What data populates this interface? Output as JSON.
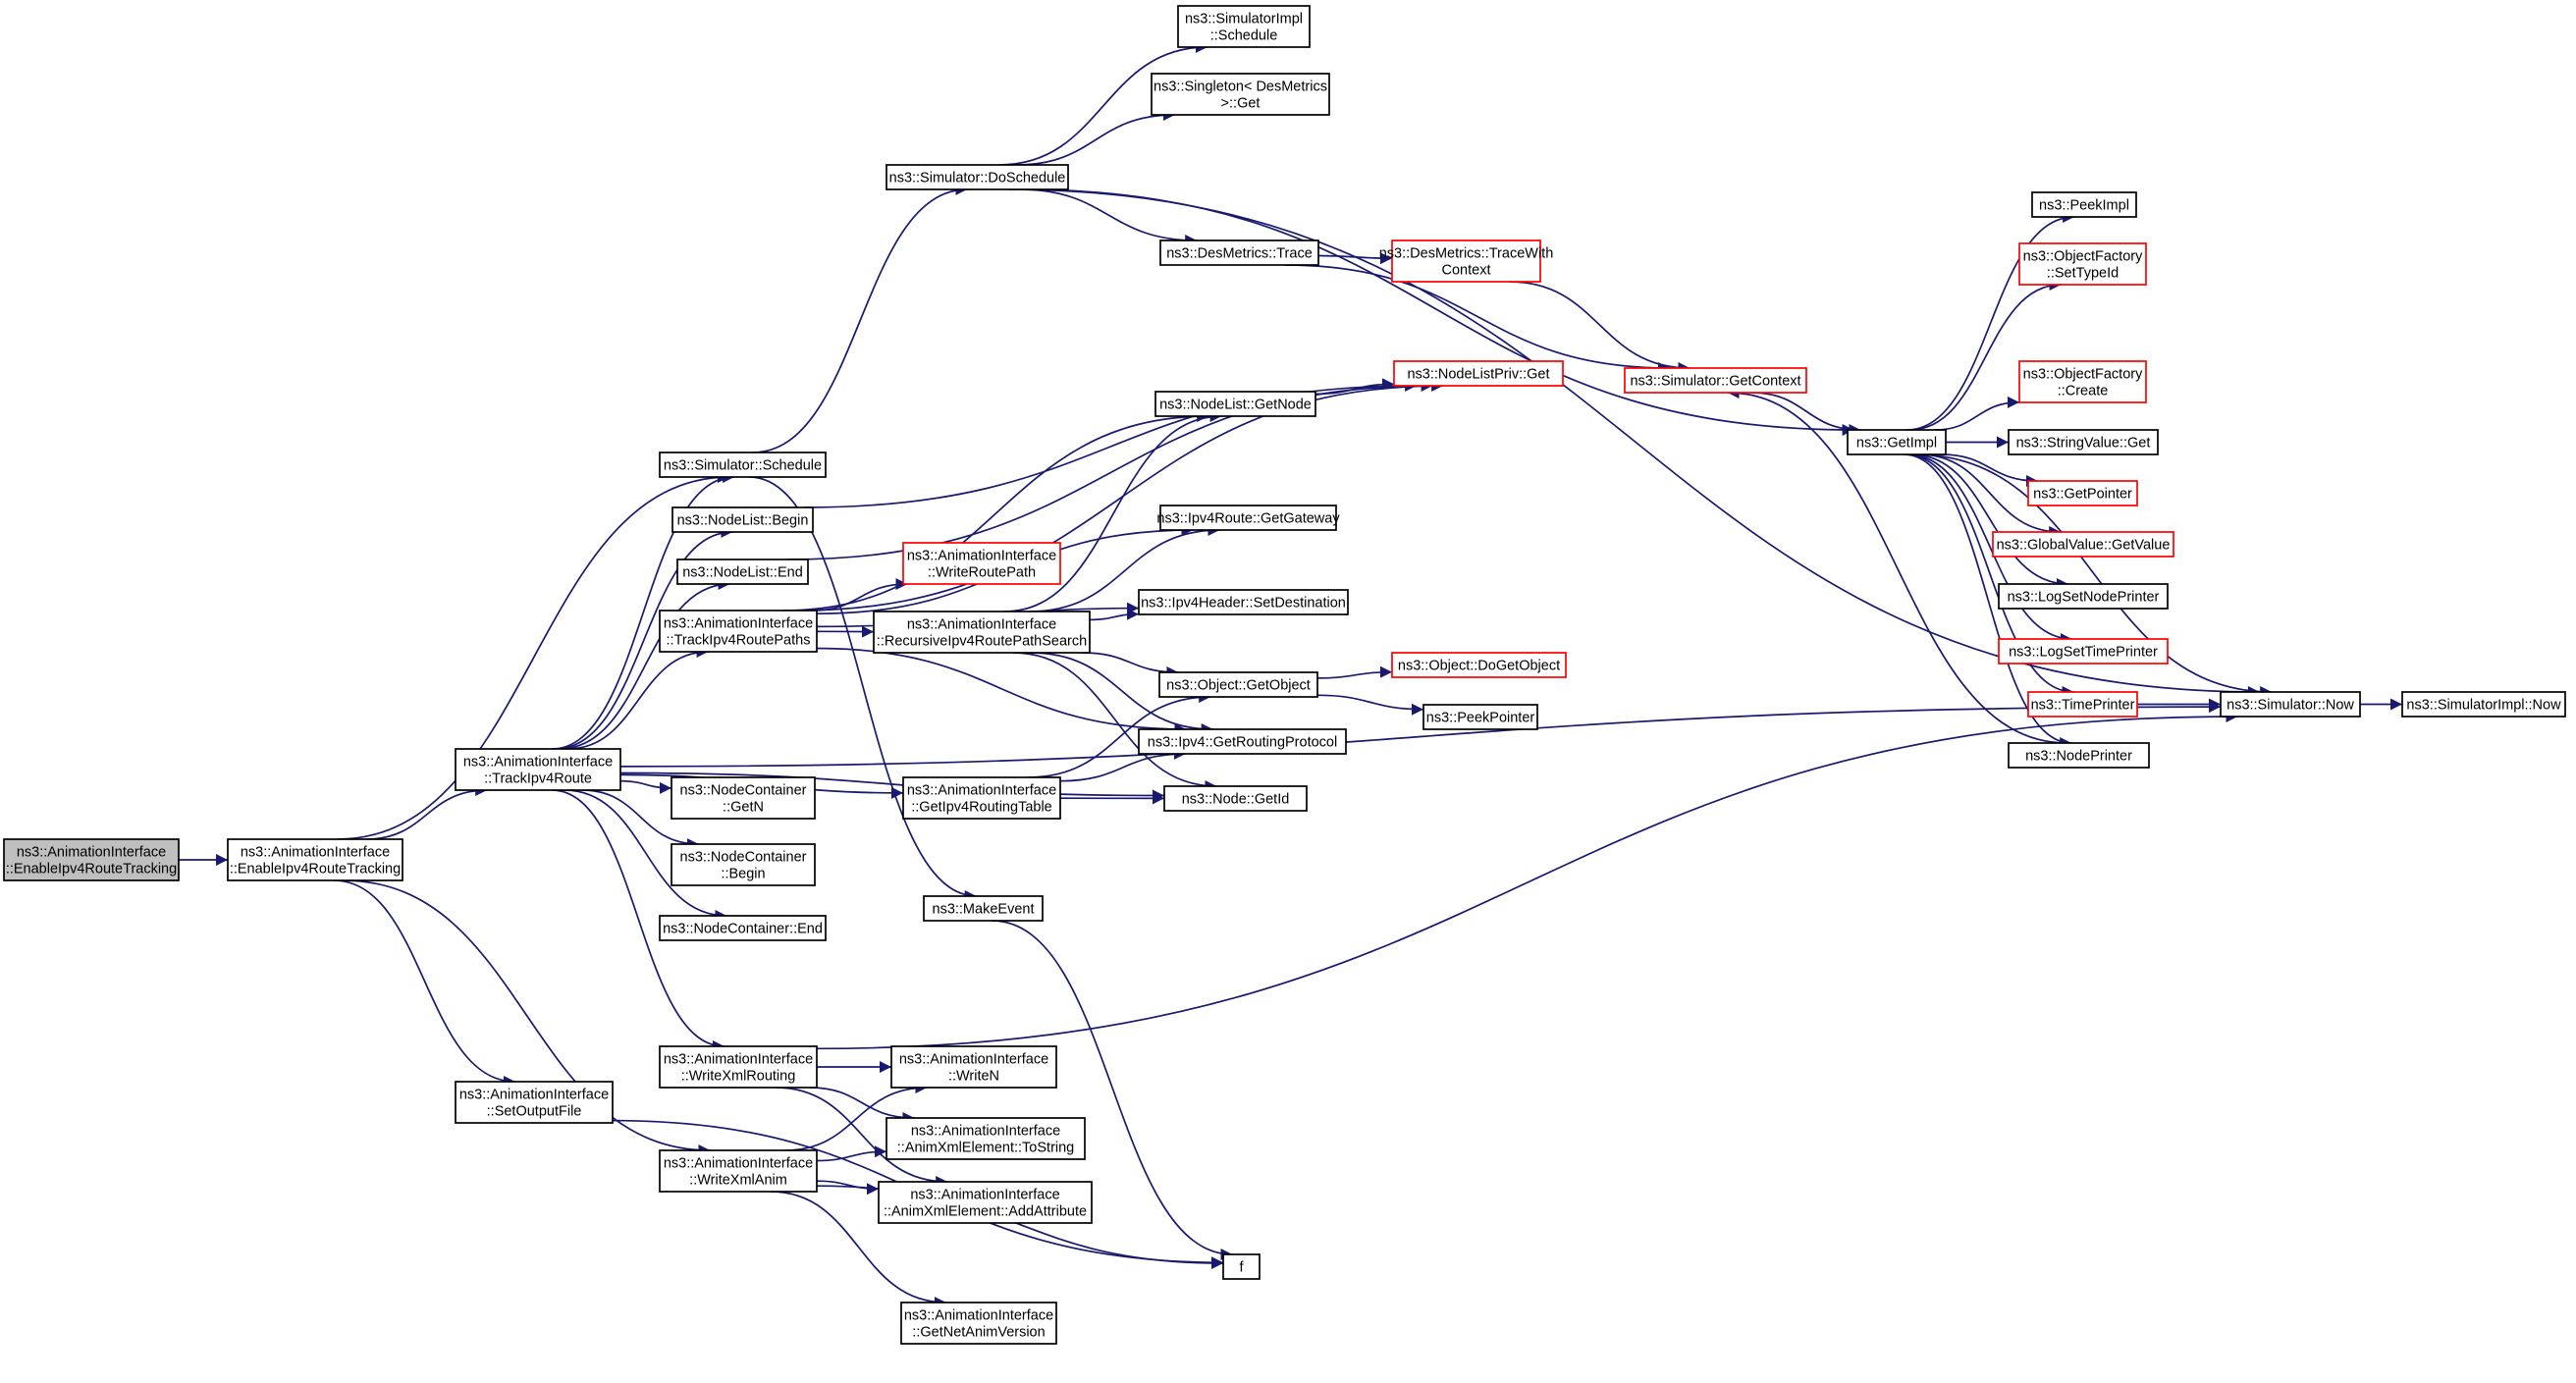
{
  "colors": {
    "edge": "#191970",
    "node_border": "#000000",
    "external_border": "#ff0000",
    "focus_fill": "#bfbfbf"
  },
  "nodes": {
    "n0": {
      "lines": [
        "ns3::AnimationInterface",
        "::EnableIpv4RouteTracking"
      ],
      "style": "focus"
    },
    "n1": {
      "lines": [
        "ns3::AnimationInterface",
        "::EnableIpv4RouteTracking"
      ]
    },
    "n2": {
      "lines": [
        "ns3::Simulator::Schedule"
      ]
    },
    "n3": {
      "lines": [
        "ns3::AnimationInterface",
        "::SetOutputFile"
      ]
    },
    "n4": {
      "lines": [
        "ns3::AnimationInterface",
        "::TrackIpv4Route"
      ]
    },
    "n5": {
      "lines": [
        "ns3::AnimationInterface",
        "::WriteXmlAnim"
      ]
    },
    "n6": {
      "lines": [
        "ns3::Simulator::DoSchedule"
      ]
    },
    "n7": {
      "lines": [
        "ns3::MakeEvent"
      ]
    },
    "n8": {
      "lines": [
        "ns3::SimulatorImpl",
        "::Schedule"
      ]
    },
    "n9": {
      "lines": [
        "ns3::Singleton< DesMetrics",
        " >::Get"
      ]
    },
    "n10": {
      "lines": [
        "ns3::DesMetrics::Trace"
      ]
    },
    "n11": {
      "lines": [
        "ns3::GetImpl"
      ]
    },
    "n12": {
      "lines": [
        "ns3::Simulator::Now"
      ]
    },
    "n13": {
      "lines": [
        "ns3::DesMetrics::TraceWith",
        "Context"
      ],
      "style": "red"
    },
    "n14": {
      "lines": [
        "ns3::Simulator::GetContext"
      ],
      "style": "red"
    },
    "n15": {
      "lines": [
        "ns3::PeekImpl"
      ]
    },
    "n16": {
      "lines": [
        "ns3::ObjectFactory",
        "::SetTypeId"
      ],
      "style": "red"
    },
    "n17": {
      "lines": [
        "ns3::ObjectFactory",
        "::Create"
      ],
      "style": "red"
    },
    "n18": {
      "lines": [
        "ns3::StringValue::Get"
      ]
    },
    "n19": {
      "lines": [
        "ns3::GetPointer"
      ],
      "style": "red"
    },
    "n20": {
      "lines": [
        "ns3::GlobalValue::GetValue"
      ],
      "style": "red"
    },
    "n21": {
      "lines": [
        "ns3::LogSetNodePrinter"
      ]
    },
    "n22": {
      "lines": [
        "ns3::LogSetTimePrinter"
      ],
      "style": "red"
    },
    "n23": {
      "lines": [
        "ns3::TimePrinter"
      ],
      "style": "red"
    },
    "n24": {
      "lines": [
        "ns3::NodePrinter"
      ]
    },
    "n25": {
      "lines": [
        "ns3::SimulatorImpl::Now"
      ]
    },
    "n26": {
      "lines": [
        "f"
      ]
    },
    "n27": {
      "lines": [
        "ns3::NodeList::Begin"
      ]
    },
    "n28": {
      "lines": [
        "ns3::NodeList::End"
      ]
    },
    "n29": {
      "lines": [
        "ns3::AnimationInterface",
        "::TrackIpv4RoutePaths"
      ]
    },
    "n30": {
      "lines": [
        "ns3::AnimationInterface",
        "::GetIpv4RoutingTable"
      ]
    },
    "n31": {
      "lines": [
        "ns3::Node::GetId"
      ]
    },
    "n32": {
      "lines": [
        "ns3::NodeContainer",
        "::GetN"
      ]
    },
    "n33": {
      "lines": [
        "ns3::NodeContainer",
        "::Begin"
      ]
    },
    "n34": {
      "lines": [
        "ns3::NodeContainer::End"
      ]
    },
    "n35": {
      "lines": [
        "ns3::AnimationInterface",
        "::WriteXmlRouting"
      ]
    },
    "n36": {
      "lines": [
        "ns3::AnimationInterface",
        "::WriteN"
      ]
    },
    "n37": {
      "lines": [
        "ns3::AnimationInterface",
        "::AnimXmlElement::ToString"
      ]
    },
    "n38": {
      "lines": [
        "ns3::AnimationInterface",
        "::AnimXmlElement::AddAttribute"
      ]
    },
    "n39": {
      "lines": [
        "ns3::AnimationInterface",
        "::GetNetAnimVersion"
      ]
    },
    "n40": {
      "lines": [
        "ns3::NodeListPriv::Get"
      ],
      "style": "red"
    },
    "n41": {
      "lines": [
        "ns3::NodeList::GetNode"
      ]
    },
    "n42": {
      "lines": [
        "ns3::Ipv4Route::GetGateway"
      ]
    },
    "n43": {
      "lines": [
        "ns3::AnimationInterface",
        "::WriteRoutePath"
      ],
      "style": "red"
    },
    "n44": {
      "lines": [
        "ns3::AnimationInterface",
        "::RecursiveIpv4RoutePathSearch"
      ]
    },
    "n45": {
      "lines": [
        "ns3::Ipv4Header::SetDestination"
      ]
    },
    "n46": {
      "lines": [
        "ns3::Object::GetObject"
      ]
    },
    "n47": {
      "lines": [
        "ns3::Ipv4::GetRoutingProtocol"
      ]
    },
    "n48": {
      "lines": [
        "ns3::Object::DoGetObject"
      ],
      "style": "red"
    },
    "n49": {
      "lines": [
        "ns3::PeekPointer"
      ]
    }
  },
  "edges": [
    [
      "n0",
      "n1"
    ],
    [
      "n1",
      "n2"
    ],
    [
      "n1",
      "n3"
    ],
    [
      "n1",
      "n4"
    ],
    [
      "n1",
      "n5"
    ],
    [
      "n2",
      "n6"
    ],
    [
      "n2",
      "n7"
    ],
    [
      "n6",
      "n8"
    ],
    [
      "n6",
      "n9"
    ],
    [
      "n6",
      "n10"
    ],
    [
      "n6",
      "n11"
    ],
    [
      "n6",
      "n12"
    ],
    [
      "n10",
      "n13"
    ],
    [
      "n10",
      "n14"
    ],
    [
      "n13",
      "n14"
    ],
    [
      "n14",
      "n11"
    ],
    [
      "n11",
      "n15"
    ],
    [
      "n11",
      "n16"
    ],
    [
      "n11",
      "n17"
    ],
    [
      "n11",
      "n18"
    ],
    [
      "n11",
      "n19"
    ],
    [
      "n11",
      "n20"
    ],
    [
      "n11",
      "n21"
    ],
    [
      "n11",
      "n22"
    ],
    [
      "n11",
      "n23"
    ],
    [
      "n11",
      "n24"
    ],
    [
      "n11",
      "n12"
    ],
    [
      "n23",
      "n12"
    ],
    [
      "n24",
      "n14"
    ],
    [
      "n12",
      "n25"
    ],
    [
      "n7",
      "n26"
    ],
    [
      "n3",
      "n26"
    ],
    [
      "n4",
      "n2"
    ],
    [
      "n4",
      "n27"
    ],
    [
      "n4",
      "n28"
    ],
    [
      "n4",
      "n29"
    ],
    [
      "n4",
      "n30"
    ],
    [
      "n4",
      "n31"
    ],
    [
      "n4",
      "n32"
    ],
    [
      "n4",
      "n33"
    ],
    [
      "n4",
      "n34"
    ],
    [
      "n4",
      "n35"
    ],
    [
      "n4",
      "n12"
    ],
    [
      "n27",
      "n40"
    ],
    [
      "n28",
      "n40"
    ],
    [
      "n29",
      "n40"
    ],
    [
      "n29",
      "n41"
    ],
    [
      "n29",
      "n42"
    ],
    [
      "n29",
      "n43"
    ],
    [
      "n29",
      "n44"
    ],
    [
      "n29",
      "n45"
    ],
    [
      "n29",
      "n47"
    ],
    [
      "n41",
      "n40"
    ],
    [
      "n44",
      "n41"
    ],
    [
      "n44",
      "n42"
    ],
    [
      "n44",
      "n45"
    ],
    [
      "n44",
      "n46"
    ],
    [
      "n44",
      "n47"
    ],
    [
      "n44",
      "n31"
    ],
    [
      "n30",
      "n46"
    ],
    [
      "n30",
      "n47"
    ],
    [
      "n30",
      "n31"
    ],
    [
      "n46",
      "n48"
    ],
    [
      "n46",
      "n49"
    ],
    [
      "n35",
      "n36"
    ],
    [
      "n35",
      "n37"
    ],
    [
      "n35",
      "n38"
    ],
    [
      "n35",
      "n12"
    ],
    [
      "n5",
      "n36"
    ],
    [
      "n5",
      "n37"
    ],
    [
      "n5",
      "n38"
    ],
    [
      "n5",
      "n26"
    ],
    [
      "n5",
      "n39"
    ]
  ]
}
